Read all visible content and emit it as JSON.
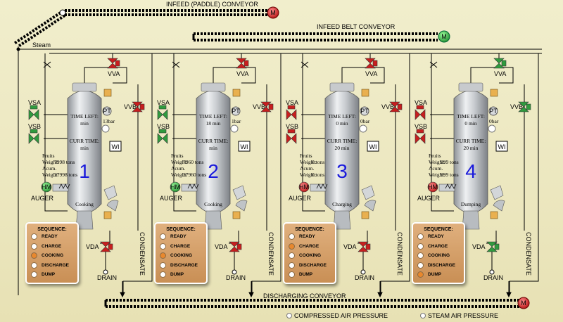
{
  "labels": {
    "infeed_paddle": "INFEED (PADDLE) CONVEYOR",
    "infeed_belt": "INFEED BELT CONVEYOR",
    "steam": "Steam",
    "discharging": "DISCHARGING CONVEYOR",
    "compressed_air": "COMPRESSED AIR PRESSURE",
    "steam_air": "STEAM AIR PRESSURE",
    "condensate": "CONDENSATE",
    "drain": "DRAIN",
    "auger": "AUGER",
    "vva": "VVA",
    "vvb": "VVB",
    "vsa": "VSA",
    "vsb": "VSB",
    "vda": "VDA",
    "pt": "PT",
    "wi": "WI",
    "hm": "HM",
    "m": "M",
    "time_left": "TIME LEFT:",
    "curr_time": "CURR TIME:",
    "fruits": "Fruits",
    "weight": "Weight:",
    "acum": "Acum.",
    "sequence": "SEQUENCE:"
  },
  "sequence_items": [
    "READY",
    "CHARGE",
    "COOKING",
    "DISCHARGE",
    "DUMP"
  ],
  "colors": {
    "on": "#2f9b3e",
    "off": "#c81e1e",
    "panel": "#d49a62",
    "tank": "#c4c8cc"
  },
  "cookers": [
    {
      "number": "1",
      "time_left": "",
      "time_left_unit": "min",
      "curr_time": "",
      "curr_time_unit": "min",
      "pressure": "13bar",
      "fruits_weight": "7998 tons",
      "acum_weight": "27998 tons",
      "status": "Cooking",
      "active_step": 2,
      "hm_on": true,
      "vsa_on": true,
      "vsb_on": true,
      "vva_on": false,
      "vvb_on": false,
      "vda_on": false
    },
    {
      "number": "2",
      "time_left": "18",
      "time_left_unit": "min",
      "curr_time": "",
      "curr_time_unit": "min",
      "pressure": "1bar",
      "fruits_weight": "7960 tons",
      "acum_weight": "27960 tons",
      "status": "Cooking",
      "active_step": 2,
      "hm_on": true,
      "vsa_on": true,
      "vsb_on": true,
      "vva_on": false,
      "vvb_on": false,
      "vda_on": false
    },
    {
      "number": "3",
      "time_left": "0",
      "time_left_unit": "min",
      "curr_time": "20",
      "curr_time_unit": "min",
      "pressure": "0bar",
      "fruits_weight": "0 tons",
      "acum_weight": "0 tons",
      "status": "Charging",
      "active_step": 1,
      "hm_on": false,
      "vsa_on": false,
      "vsb_on": false,
      "vva_on": false,
      "vvb_on": false,
      "vda_on": false
    },
    {
      "number": "4",
      "time_left": "0",
      "time_left_unit": "min",
      "curr_time": "20",
      "curr_time_unit": "min",
      "pressure": "0bar",
      "fruits_weight": "999 tons",
      "acum_weight": "999 tons",
      "status": "Dumping",
      "active_step": 4,
      "hm_on": false,
      "vsa_on": false,
      "vsb_on": false,
      "vva_on": true,
      "vvb_on": true,
      "vda_on": true
    }
  ]
}
